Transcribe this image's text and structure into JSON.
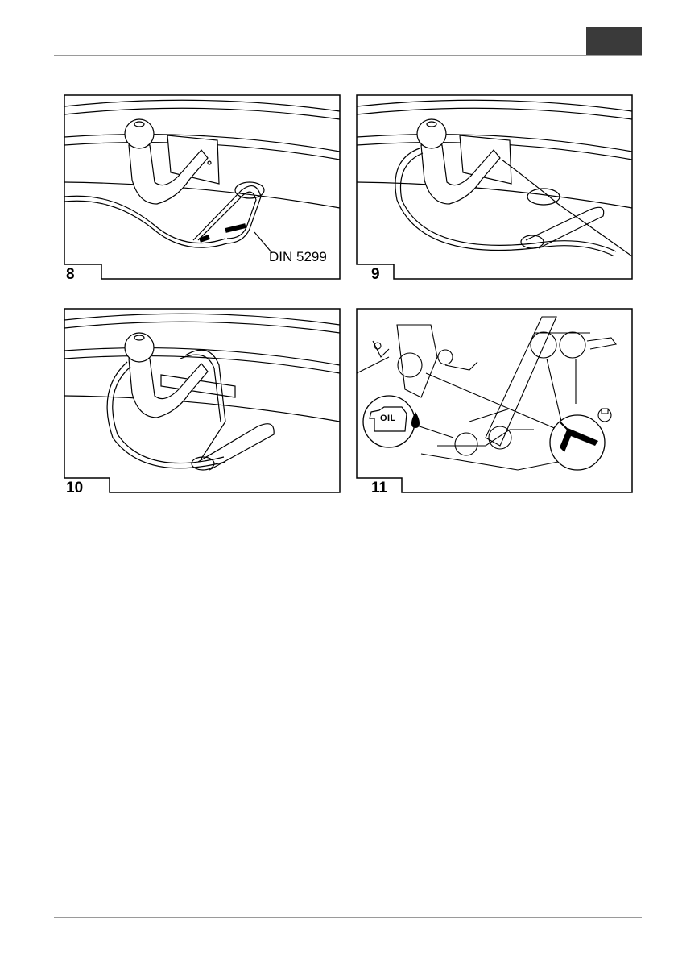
{
  "figures": [
    {
      "number": "8",
      "callout": "DIN 5299"
    },
    {
      "number": "9"
    },
    {
      "number": "10"
    },
    {
      "number": "11",
      "oil_label": "OIL"
    }
  ]
}
